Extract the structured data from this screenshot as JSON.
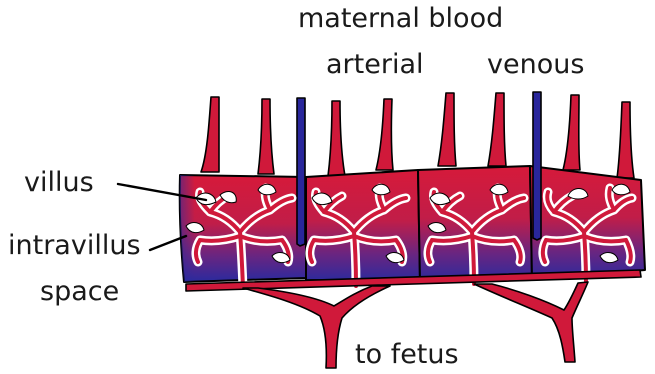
{
  "labels": {
    "maternal_blood": "maternal blood",
    "arterial": "arterial",
    "venous": "venous",
    "villus": "villus",
    "intravillus": "intravillus",
    "space": "space",
    "to_fetus": "to fetus"
  },
  "colors": {
    "arterial_red": "#d0193a",
    "venous_blue": "#29269b",
    "outline": "#000000",
    "text": "#1a1a1a"
  },
  "icons": {
    "villus_pointer": "arrow-line"
  }
}
